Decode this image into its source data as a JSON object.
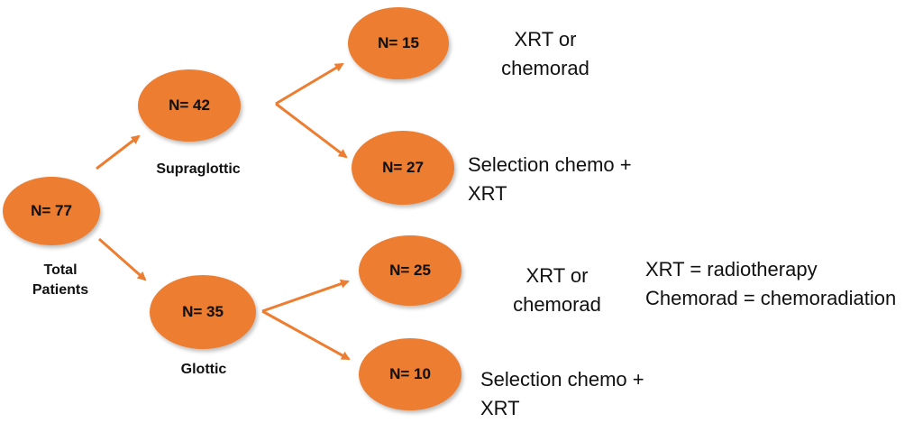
{
  "colors": {
    "node_fill": "#ED7D31",
    "arrow": "#ED7D31",
    "text": "#111111"
  },
  "nodes": {
    "total": {
      "label": "N= 77",
      "caption_line1": "Total",
      "caption_line2": "Patients"
    },
    "supraglottic": {
      "label": "N= 42",
      "caption": "Supraglottic"
    },
    "glottic": {
      "label": "N= 35",
      "caption": "Glottic"
    },
    "supra_xrt": {
      "label": "N= 15",
      "treatment_line1": "XRT or",
      "treatment_line2": "chemorad"
    },
    "supra_selection": {
      "label": "N= 27",
      "treatment_line1": "Selection chemo +",
      "treatment_line2": "XRT"
    },
    "glottic_xrt": {
      "label": "N= 25",
      "treatment_line1": "XRT or",
      "treatment_line2": "chemorad"
    },
    "glottic_selection": {
      "label": "N= 10",
      "treatment_line1": "Selection chemo +",
      "treatment_line2": "XRT"
    }
  },
  "legend": {
    "line1": "XRT = radiotherapy",
    "line2": "Chemorad = chemoradiation"
  }
}
